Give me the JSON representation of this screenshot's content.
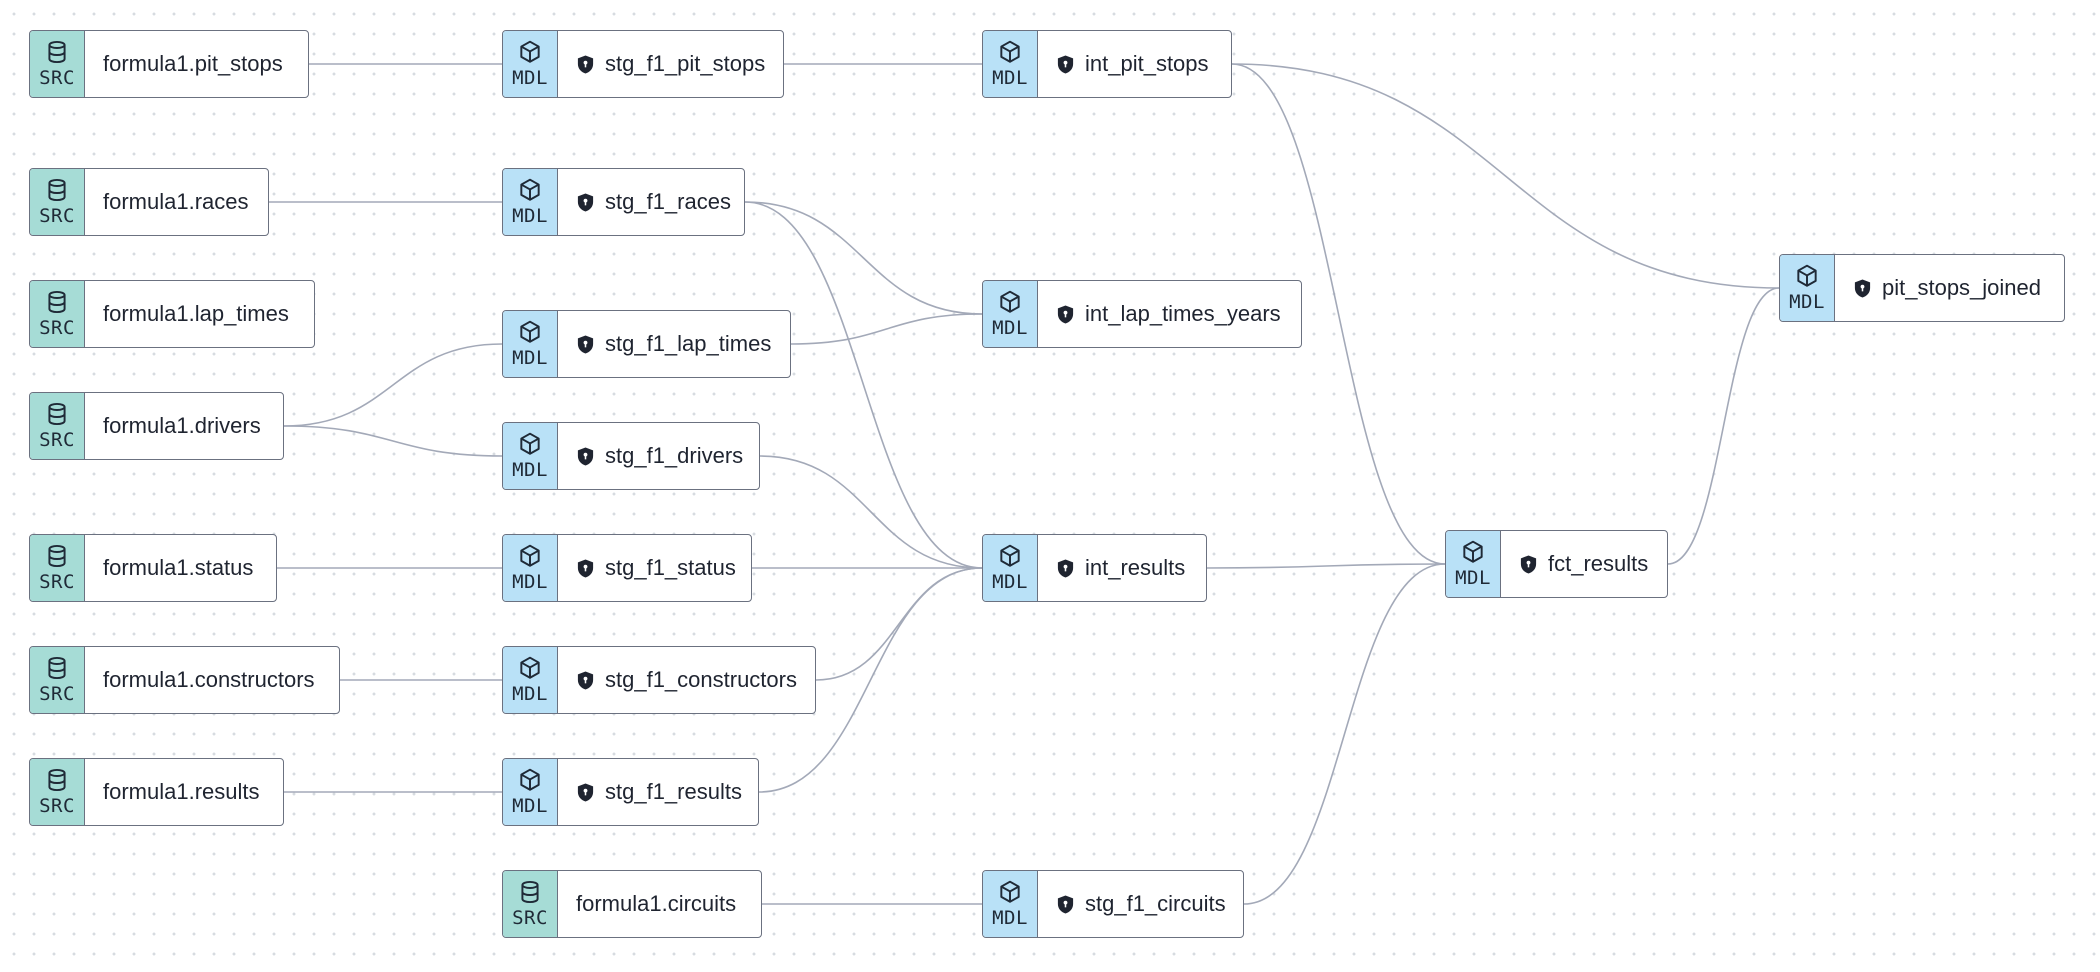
{
  "badges": {
    "src": "SRC",
    "mdl": "MDL"
  },
  "nodes": {
    "src_pit_stops": "formula1.pit_stops",
    "src_races": "formula1.races",
    "src_lap_times": "formula1.lap_times",
    "src_drivers": "formula1.drivers",
    "src_status": "formula1.status",
    "src_constructors": "formula1.constructors",
    "src_results": "formula1.results",
    "src_circuits": "formula1.circuits",
    "stg_pit_stops": "stg_f1_pit_stops",
    "stg_races": "stg_f1_races",
    "stg_lap_times": "stg_f1_lap_times",
    "stg_drivers": "stg_f1_drivers",
    "stg_status": "stg_f1_status",
    "stg_constructors": "stg_f1_constructors",
    "stg_results": "stg_f1_results",
    "int_pit_stops": "int_pit_stops",
    "int_lap_times_years": "int_lap_times_years",
    "int_results": "int_results",
    "stg_circuits": "stg_f1_circuits",
    "fct_results": "fct_results",
    "pit_stops_joined": "pit_stops_joined"
  },
  "colors": {
    "src_badge": "#a6dcd6",
    "mdl_badge": "#b9e1f7",
    "edge": "#a3a9b8",
    "border": "#6b7180"
  },
  "icons": {
    "src": "database-icon",
    "mdl": "cube-icon",
    "protected": "shield-icon"
  }
}
